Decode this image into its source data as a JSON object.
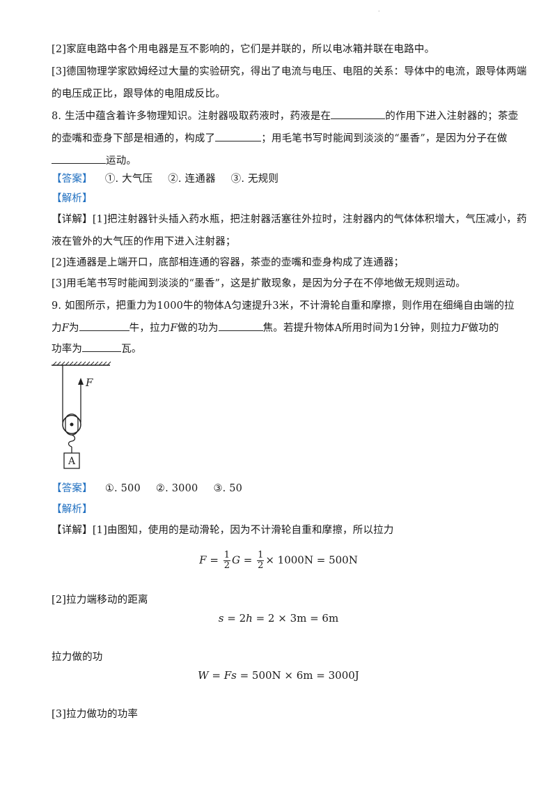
{
  "lines": {
    "l1": "[2]家庭电路中各个用电器是互不影响的，它们是并联的，所以电冰箱并联在电路中。",
    "l2": "[3]德国物理学家欧姆经过大量的实验研究，得出了电流与电压、电阻的关系：导体中的电流，跟导体两端",
    "l3": "的电压成正比，跟导体的电阻成反比。"
  },
  "q8": {
    "line1a": "8. 生活中蕴含着许多物理知识。注射器吸取药液时，药液是在",
    "line1b": "的作用下进入注射器的；茶壶",
    "line2a": "的壶嘴和壶身下部是相通的，构成了",
    "line2b": "；用毛笔书写时能闻到淡淡的“墨香”，是因为分子在做",
    "line3b": "运动。",
    "answer_tag": "【答案】",
    "answers": [
      "①. 大气压",
      "②. 连通器",
      "③. 无规则"
    ],
    "analysis_tag": "【解析】",
    "detail_tag": "【详解】",
    "detail1": "[1]把注射器针头插入药水瓶，把注射器活塞往外拉时，注射器内的气体体积增大，气压减小，药",
    "detail2": "液在管外的大气压的作用下进入注射器；",
    "detail3": "[2]连通器是上端开口，底部相连通的容器，茶壶的壶嘴和壶身构成了连通器；",
    "detail4": "[3]用毛笔书写时能闻到淡淡的“墨香”，这是扩散现象，是因为分子在不停地做无规则运动。"
  },
  "q9": {
    "line1": "9. 如图所示，把重力为1000牛的物体A匀速提升3米，不计滑轮自重和摩擦，则作用在细绳自由端的拉",
    "line2a": "力",
    "line2F": "F",
    "line2b": "为",
    "line2c": "牛，拉力",
    "line2d": "F",
    "line2e": "做的功为",
    "line2f": "焦。若提升物体A所用时间为1分钟，则拉力",
    "line2g": "F",
    "line2h": "做功的",
    "line3a": "功率为",
    "line3b": "瓦。",
    "figure": {
      "force_label": "F",
      "block_label": "A"
    },
    "answer_tag": "【答案】",
    "answers": [
      "①. 500",
      "②. 3000",
      "③. 50"
    ],
    "analysis_tag": "【解析】",
    "detail_tag": "【详解】",
    "detail1": "[1]由图知，使用的是动滑轮，因为不计滑轮自重和摩擦，所以拉力",
    "eq1": {
      "lhs": "F",
      "num": "1",
      "den": "2",
      "G": "G",
      "rest": "× 1000N = 500N"
    },
    "detail2": "[2]拉力端移动的距离",
    "eq2": {
      "s": "s",
      "a": " = 2",
      "h": "h",
      "b": " = 2 × 3m = 6m"
    },
    "detail3": "拉力做的功",
    "eq3": {
      "W": "W",
      "a": " = ",
      "Fs": "Fs",
      "b": " = 500N × 6m = 3000J"
    },
    "detail4": "[3]拉力做功的功率"
  },
  "colors": {
    "tag": "#1f6fc0",
    "text": "#1a1a1a"
  }
}
